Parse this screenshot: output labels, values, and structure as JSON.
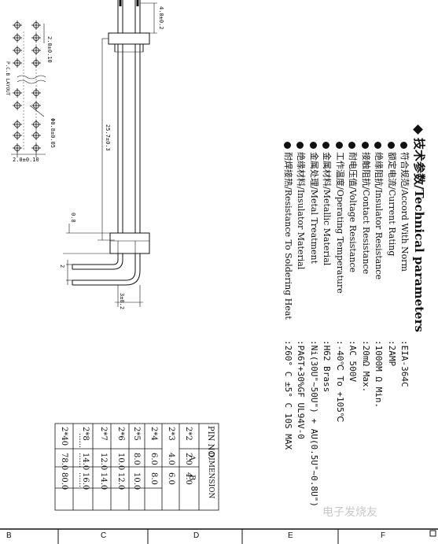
{
  "params": {
    "title": "技术参数/Technical parameters",
    "rows": [
      {
        "label": "符合规范/Accord With Norm",
        "value": ":EIA-364C"
      },
      {
        "label": "额定电流/Current Rating",
        "value": ":2AMP"
      },
      {
        "label": "绝缘阻抗/Insulator Resistance",
        "value": ":1000M Ω  Min."
      },
      {
        "label": "接触阻抗/Contact Resistance",
        "value": ":20mΩ  Max."
      },
      {
        "label": "耐电压值/Voltage Resistance",
        "value": ":AC 500V"
      },
      {
        "label": "工作温度/Operating Temperature",
        "value": ":-40℃ To +105℃"
      },
      {
        "label": "金属材料/Metallic Material",
        "value": ":H62 Brass"
      },
      {
        "label": "金属处理/Metal Treatment",
        "value": ":Ni(30U\"~50U\") + AU(0.5U\"~0.8U\")"
      },
      {
        "label": "绝缘材料/Insulator Material",
        "value": ":PA6T+30%GF UL94V-0"
      },
      {
        "label": "耐焊接热/Resistance To Soldering Heat",
        "value": ":260° C ±5° C   10S MAX"
      }
    ]
  },
  "dims": {
    "top_pitch": "4.0±0.2",
    "pcb_pitch": "2.0±0.10",
    "pcb_label": "P.C.B LAYOUT",
    "hole": "Φ0.8±0.05",
    "bottom_pitch": "2.0±0.10",
    "length": "25.7±0.3",
    "d08": "0.8",
    "d2": "2",
    "d3": "3±0.2"
  },
  "table": {
    "header": {
      "pin": "PIN NO.",
      "dimension": "DIMENSION",
      "a": "A",
      "b": "B"
    },
    "rows": [
      {
        "pin": "2*2",
        "a": "2.0",
        "b": "4.0"
      },
      {
        "pin": "2*3",
        "a": "4.0",
        "b": "6.0"
      },
      {
        "pin": "2*4",
        "a": "6.0",
        "b": "8.0"
      },
      {
        "pin": "2*5",
        "a": "8.0",
        "b": "10.0"
      },
      {
        "pin": "2*6",
        "a": "10.0",
        "b": "12.0"
      },
      {
        "pin": "2*7",
        "a": "12.0",
        "b": "14.0"
      },
      {
        "pin": "2*8",
        "a": "14.0",
        "b": "16.0"
      },
      {
        "pin": "......",
        "a": "......",
        "b": "......"
      },
      {
        "pin": "2*40",
        "a": "78.0",
        "b": "80.0"
      }
    ]
  },
  "frame": {
    "letters": [
      "B",
      "C",
      "D",
      "E",
      "F"
    ]
  },
  "watermark": "电子发烧友"
}
